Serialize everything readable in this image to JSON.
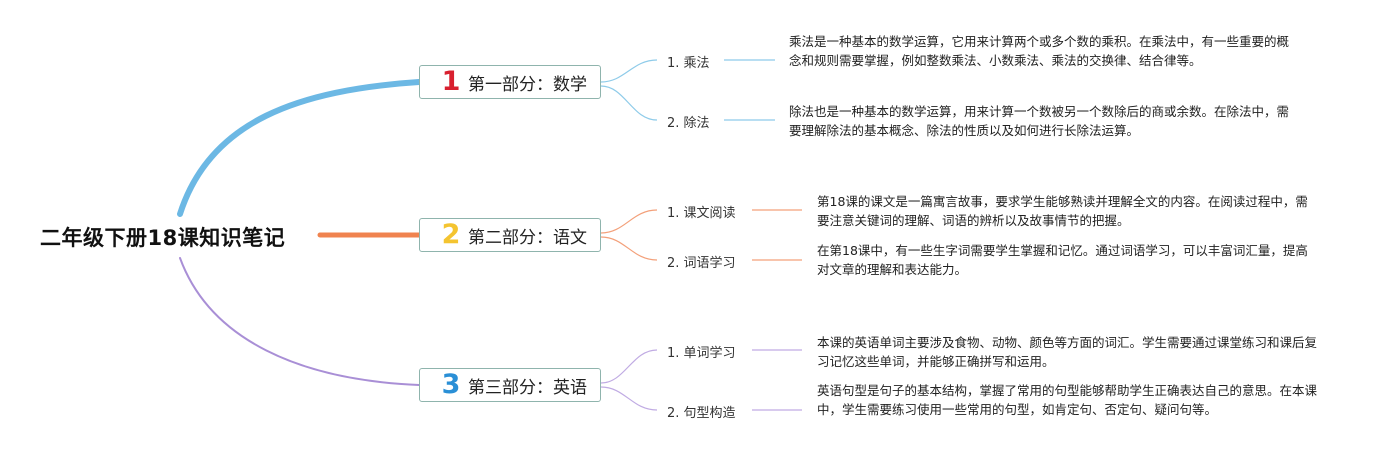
{
  "title": "二年级下册18课知识笔记",
  "colors": {
    "math_branch": "#6cb8e4",
    "chinese_branch": "#f0834f",
    "english_branch": "#a98fd6",
    "num1": "#d8202f",
    "num2": "#f4c430",
    "num3": "#2a8fd6"
  },
  "sections": [
    {
      "number": "1",
      "label": "第一部分：数学",
      "topics": [
        {
          "label": "1. 乘法",
          "description": "乘法是一种基本的数学运算，它用来计算两个或多个数的乘积。在乘法中，有一些重要的概念和规则需要掌握，例如整数乘法、小数乘法、乘法的交换律、结合律等。"
        },
        {
          "label": "2. 除法",
          "description": "除法也是一种基本的数学运算，用来计算一个数被另一个数除后的商或余数。在除法中，需要理解除法的基本概念、除法的性质以及如何进行长除法运算。"
        }
      ]
    },
    {
      "number": "2",
      "label": "第二部分：语文",
      "topics": [
        {
          "label": "1. 课文阅读",
          "description": "第18课的课文是一篇寓言故事，要求学生能够熟读并理解全文的内容。在阅读过程中，需要注意关键词的理解、词语的辨析以及故事情节的把握。"
        },
        {
          "label": "2. 词语学习",
          "description": "在第18课中，有一些生字词需要学生掌握和记忆。通过词语学习，可以丰富词汇量，提高对文章的理解和表达能力。"
        }
      ]
    },
    {
      "number": "3",
      "label": "第三部分：英语",
      "topics": [
        {
          "label": "1. 单词学习",
          "description": "本课的英语单词主要涉及食物、动物、颜色等方面的词汇。学生需要通过课堂练习和课后复习记忆这些单词，并能够正确拼写和运用。"
        },
        {
          "label": "2. 句型构造",
          "description": "英语句型是句子的基本结构，掌握了常用的句型能够帮助学生正确表达自己的意思。在本课中，学生需要练习使用一些常用的句型，如肯定句、否定句、疑问句等。"
        }
      ]
    }
  ]
}
